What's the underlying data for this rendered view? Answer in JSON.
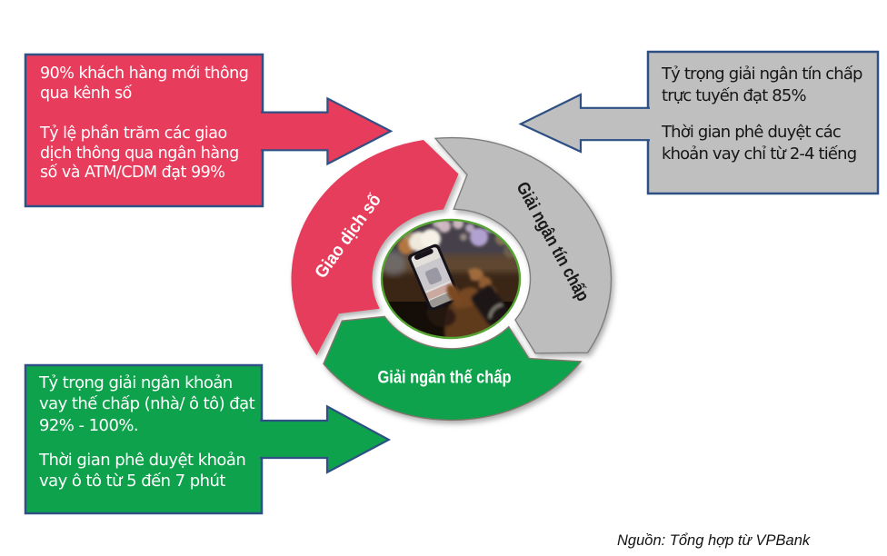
{
  "callouts": {
    "digital": {
      "paragraphs": [
        "90% khách hàng mới thông qua kênh số",
        "Tỷ lệ phần trăm các giao dịch thông qua ngân hàng số và ATM/CDM đạt 99%"
      ]
    },
    "unsecured": {
      "paragraphs": [
        "Tỷ trọng giải ngân tín chấp trực tuyến đạt 85%",
        "Thời gian phê duyệt các khoản vay chỉ từ 2-4 tiếng"
      ]
    },
    "secured": {
      "paragraphs": [
        "Tỷ trọng giải ngân khoản vay thế chấp (nhà/ ô tô) đạt 92% - 100%.",
        "Thời gian phê duyệt khoản vay ô tô từ 5 đến 7 phút"
      ]
    }
  },
  "cycle": {
    "segments": [
      {
        "id": "giao-dich-so",
        "label": "Giao dịch số",
        "color": "#e73c5c",
        "label_color": "#ffffff"
      },
      {
        "id": "giai-ngan-tin-chap",
        "label": "Giải ngân tín chấp",
        "color": "#bdbdbd",
        "label_color": "#1a1a1a"
      },
      {
        "id": "giai-ngan-the-chap",
        "label": "Giải ngân thế chấp",
        "color": "#0ea24c",
        "label_color": "#ffffff"
      }
    ],
    "center_image": "hand-holding-smartphone-night-bokeh"
  },
  "caption": "Nguồn: Tổng hợp từ VPBank",
  "colors": {
    "red": "#e73c5c",
    "green": "#0ea24c",
    "gray": "#bfbfbf",
    "border_navy": "#2e5084"
  }
}
